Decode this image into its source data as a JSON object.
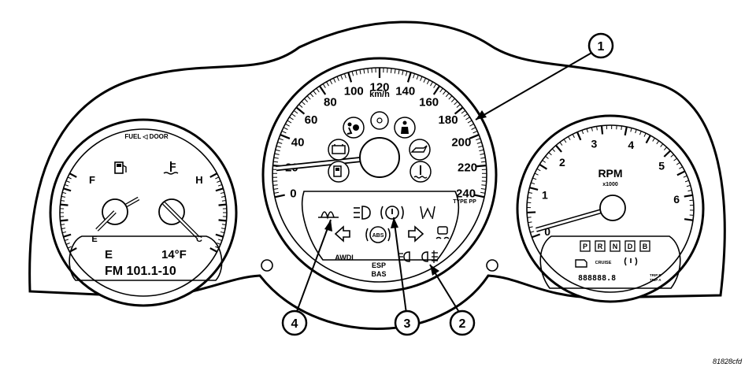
{
  "diagram": {
    "ref_code": "81828cfd",
    "callouts": [
      {
        "number": "1"
      },
      {
        "number": "2"
      },
      {
        "number": "3"
      },
      {
        "number": "4"
      }
    ]
  },
  "speedometer": {
    "unit": "km/h",
    "scale_labels": [
      "0",
      "20",
      "40",
      "60",
      "80",
      "100",
      "120",
      "140",
      "160",
      "180",
      "200",
      "220",
      "240"
    ],
    "suffix": "TYPE PP",
    "reading": 0
  },
  "tachometer": {
    "title": "RPM",
    "multiplier": "x1000",
    "scale_labels": [
      "0",
      "1",
      "2",
      "3",
      "4",
      "5",
      "6"
    ],
    "reading": 0,
    "gear_indicators": [
      "P",
      "R",
      "N",
      "D",
      "B"
    ],
    "cruise_label": "CRUISE",
    "odometer": "888888.8",
    "trip_labels": [
      "TRIP B",
      "TRIP A"
    ]
  },
  "left_cluster": {
    "fuel_door_label": "FUEL ◁ DOOR",
    "fuel_scale": {
      "full": "F",
      "empty": "E"
    },
    "temp_scale": {
      "hot": "H",
      "cold": "C"
    },
    "display": {
      "line1_left": "E",
      "line1_right": "14°F",
      "line2": "FM 101.1-10"
    }
  },
  "center_indicators": {
    "awd_label": "AWDI",
    "esp_label": "ESP",
    "bas_label": "BAS",
    "icons": [
      "glow-plug-icon",
      "headlamp-icon",
      "brake-warning-icon",
      "wiper-icon",
      "left-turn-icon",
      "abs-icon",
      "right-turn-icon",
      "traction-control-icon",
      "front-fog-icon",
      "rear-fog-icon",
      "airbag-icon",
      "seatbelt-icon",
      "battery-icon",
      "oil-pressure-icon",
      "fuel-low-icon",
      "coolant-temp-icon"
    ]
  }
}
